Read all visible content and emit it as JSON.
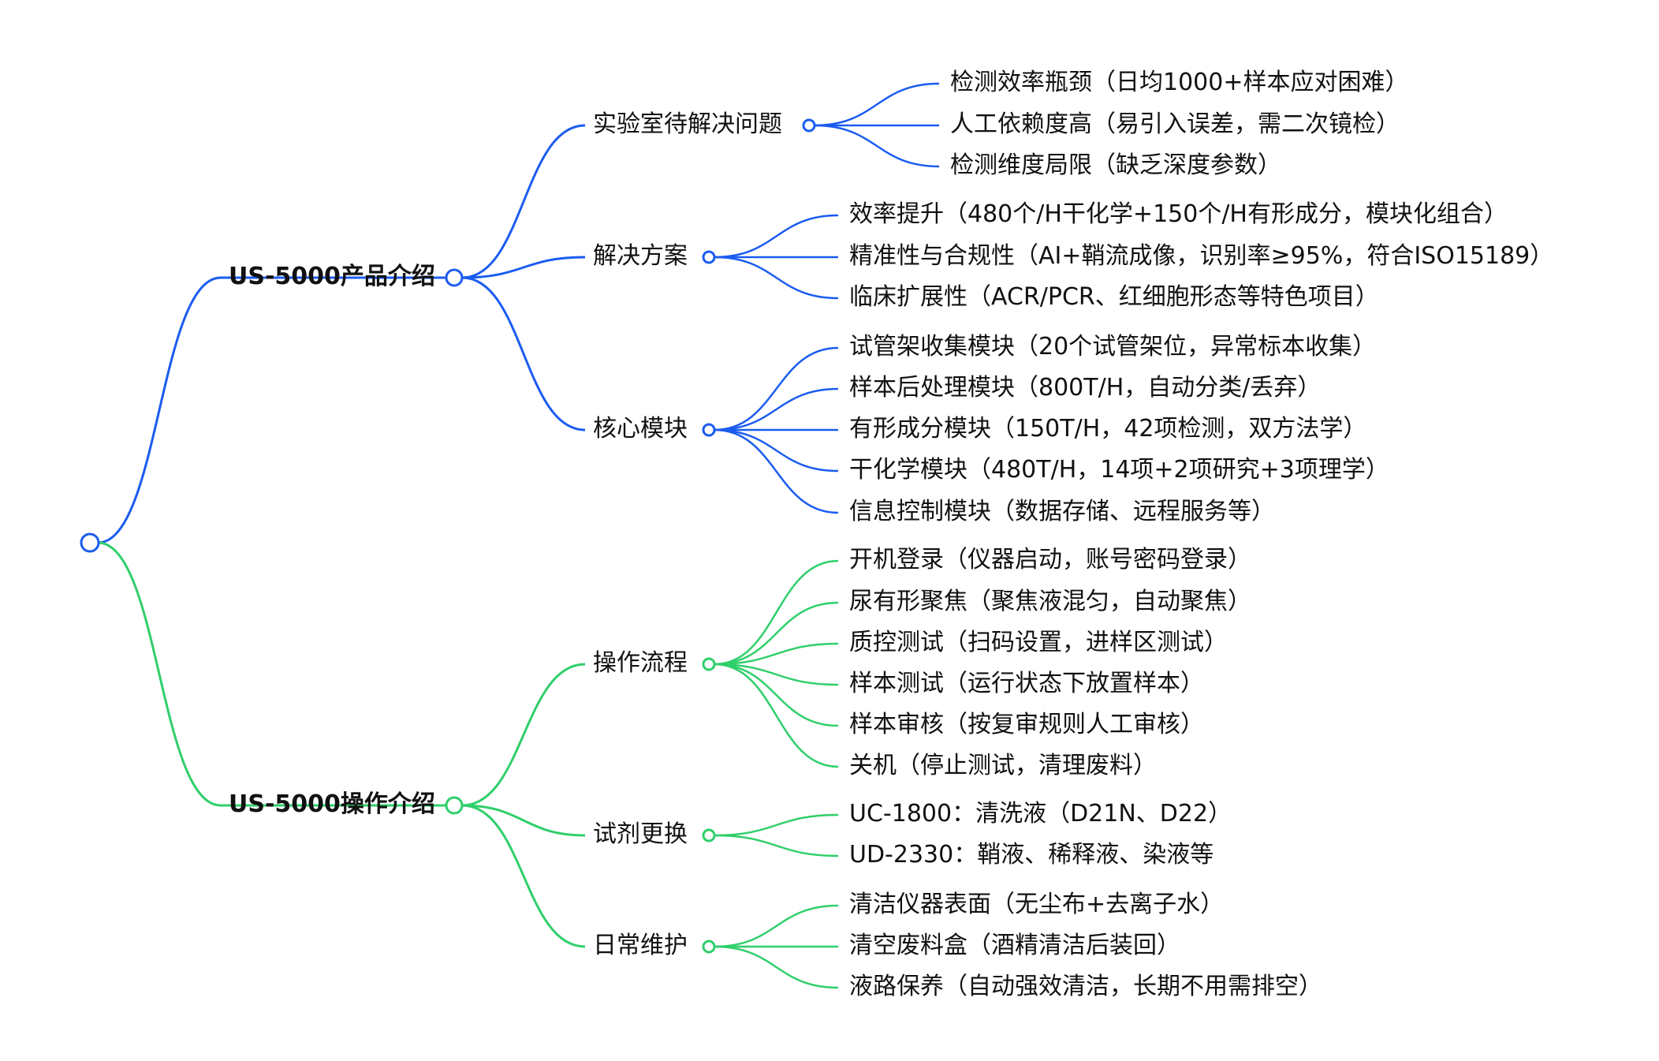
{
  "mindmap": {
    "colors": {
      "product": "#1b5cf0",
      "operation": "#2fcf6a"
    },
    "branches": [
      {
        "id": "product",
        "title": "US-5000产品介绍",
        "children": [
          {
            "title": "实验室待解决问题",
            "items": [
              "检测效率瓶颈（日均1000+样本应对困难）",
              "人工依赖度高（易引入误差，需二次镜检）",
              "检测维度局限（缺乏深度参数）"
            ]
          },
          {
            "title": "解决方案",
            "items": [
              "效率提升（480个/H干化学+150个/H有形成分，模块化组合）",
              "精准性与合规性（AI+鞘流成像，识别率≥95%，符合ISO15189）",
              "临床扩展性（ACR/PCR、红细胞形态等特色项目）"
            ]
          },
          {
            "title": "核心模块",
            "items": [
              "试管架收集模块（20个试管架位，异常标本收集）",
              "样本后处理模块（800T/H，自动分类/丢弃）",
              "有形成分模块（150T/H，42项检测，双方法学）",
              "干化学模块（480T/H，14项+2项研究+3项理学）",
              "信息控制模块（数据存储、远程服务等）"
            ]
          }
        ]
      },
      {
        "id": "operation",
        "title": "US-5000操作介绍",
        "children": [
          {
            "title": "操作流程",
            "items": [
              "开机登录（仪器启动，账号密码登录）",
              "尿有形聚焦（聚焦液混匀，自动聚焦）",
              "质控测试（扫码设置，进样区测试）",
              "样本测试（运行状态下放置样本）",
              "样本审核（按复审规则人工审核）",
              "关机（停止测试，清理废料）"
            ]
          },
          {
            "title": "试剂更换",
            "items": [
              "UC-1800：清洗液（D21N、D22）",
              "UD-2330：鞘液、稀释液、染液等"
            ]
          },
          {
            "title": "日常维护",
            "items": [
              "清洁仪器表面（无尘布+去离子水）",
              "清空废料盒（酒精清洁后装回）",
              "液路保养（自动强效清洁，长期不用需排空）"
            ]
          }
        ]
      }
    ]
  }
}
